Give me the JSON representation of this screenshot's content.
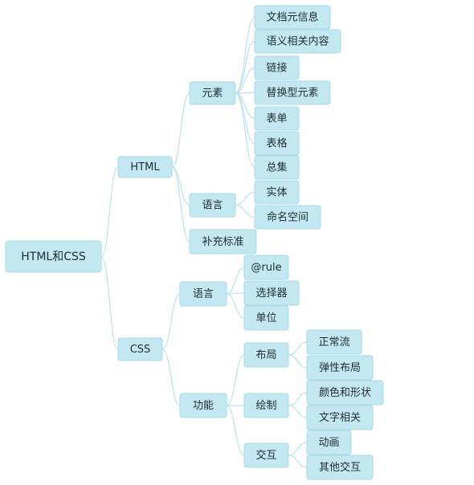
{
  "mindmap": {
    "root": "HTML和CSS",
    "html": {
      "label": "HTML",
      "element": {
        "label": "元素",
        "children": [
          "文档元信息",
          "语义相关内容",
          "链接",
          "替换型元素",
          "表单",
          "表格",
          "总集"
        ]
      },
      "language": {
        "label": "语言",
        "children": [
          "实体",
          "命名空间"
        ]
      },
      "supplement": {
        "label": "补充标准"
      }
    },
    "css": {
      "label": "CSS",
      "language": {
        "label": "语言",
        "children": [
          "@rule",
          "选择器",
          "单位"
        ]
      },
      "feature": {
        "label": "功能",
        "layout": {
          "label": "布局",
          "children": [
            "正常流",
            "弹性布局"
          ]
        },
        "draw": {
          "label": "绘制",
          "children": [
            "颜色和形状",
            "文字相关"
          ]
        },
        "interact": {
          "label": "交互",
          "children": [
            "动画",
            "其他交互"
          ]
        }
      }
    },
    "colors": {
      "node_fill": "#c3e8f2",
      "node_border": "#a9dbe8",
      "edge": "#b8e3ea",
      "text": "#1f2d33"
    }
  }
}
